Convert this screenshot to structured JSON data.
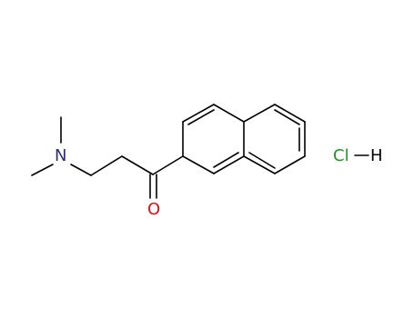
{
  "molecule": {
    "atoms": {
      "nitrogen": {
        "label": "N",
        "color": "#2e2e7a"
      },
      "oxygen": {
        "label": "O",
        "color": "#e01010"
      },
      "chlorine": {
        "label": "Cl",
        "color": "#1a9a1a"
      },
      "hydrogen": {
        "label": "H",
        "color": "#000000"
      }
    },
    "bond_color": "#000000"
  }
}
